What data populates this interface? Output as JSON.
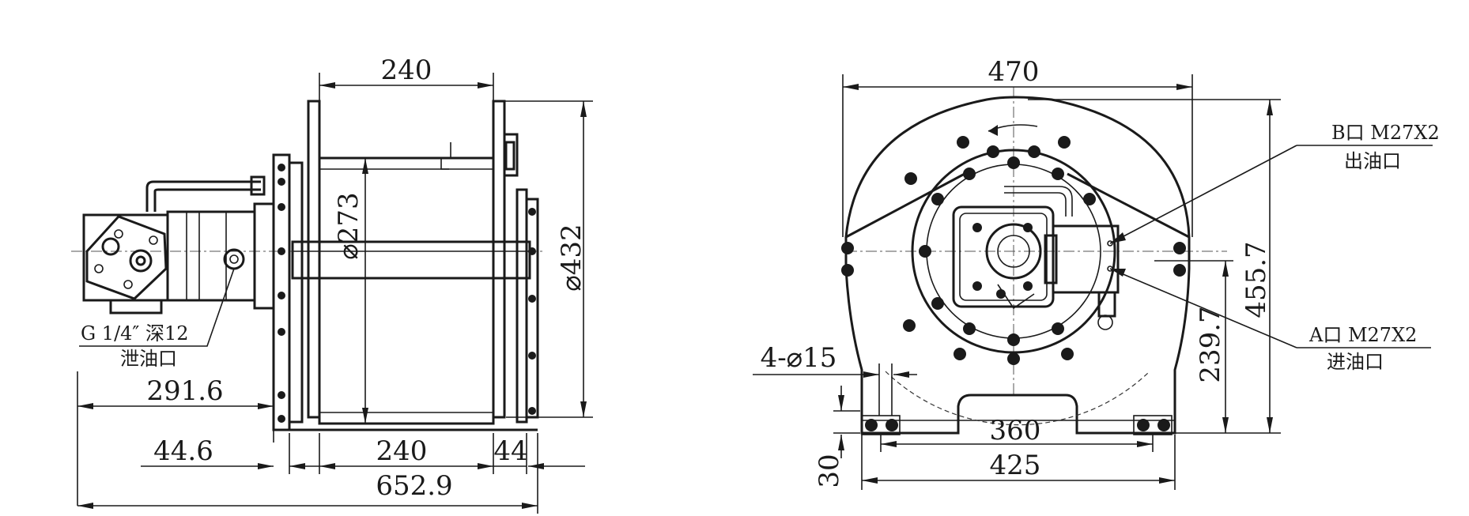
{
  "side_view": {
    "dim_drum_top": "240",
    "dim_flange_dia": "⌀432",
    "dim_drum_dia": "⌀273",
    "dim_motor_offset": "291.6",
    "dim_left_offset": "44.6",
    "dim_drum_bottom": "240",
    "dim_right_flange": "44",
    "dim_total_length": "652.9",
    "drain_label_line1": "G 1/4″ 深12",
    "drain_label_line2": "泄油口"
  },
  "end_view": {
    "dim_width_top": "470",
    "dim_height_total": "455.7",
    "dim_center_height": "239.7",
    "dim_bolt_holes": "4-⌀15",
    "dim_bolt_spacing": "360",
    "dim_base_width": "425",
    "dim_base_height": "30",
    "port_b_line1": "B口 M27X2",
    "port_b_line2": "出油口",
    "port_a_line1": "A口 M27X2",
    "port_a_line2": "进油口"
  }
}
